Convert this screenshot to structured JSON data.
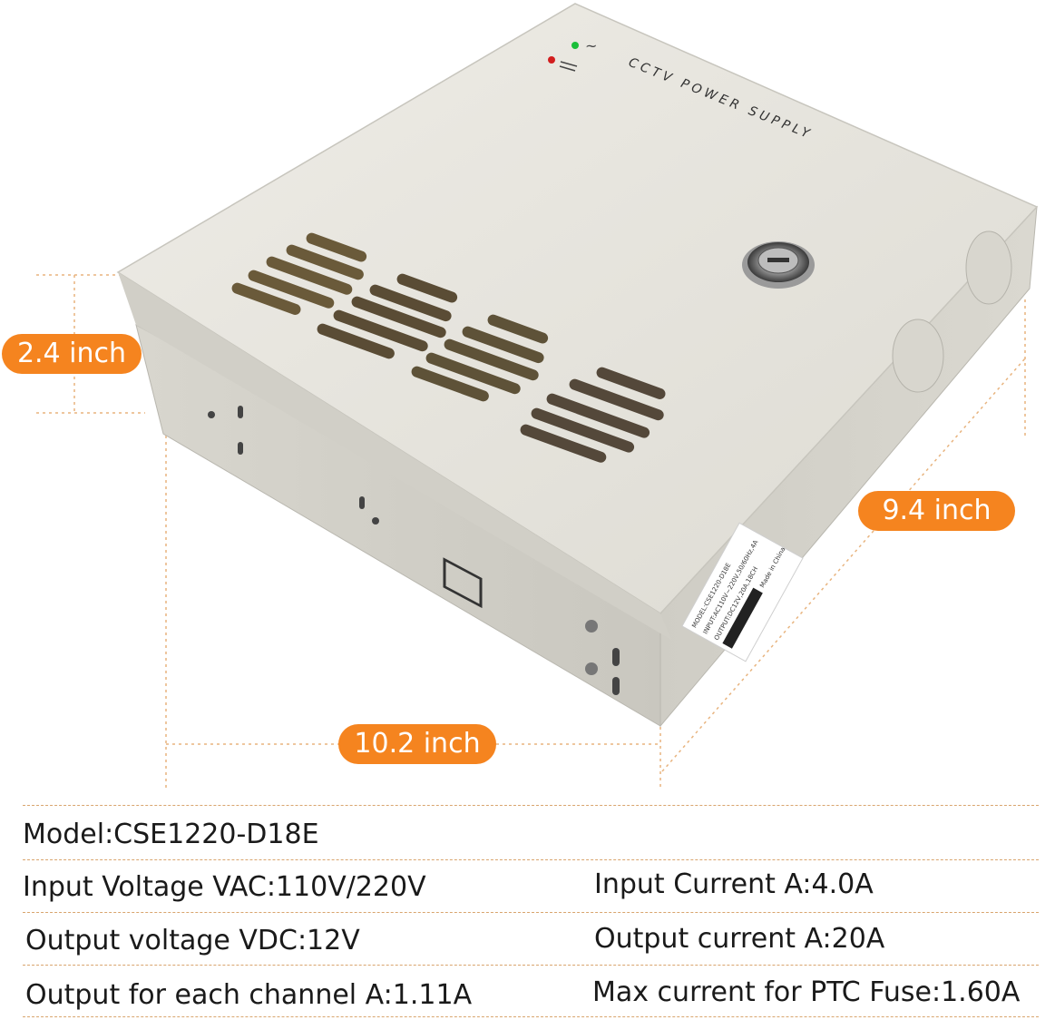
{
  "product": {
    "panel_text": "CCTV POWER SUPPLY",
    "label_lines": [
      "MODEL:CSE1220-D18E",
      "INPUT:AC110V~220V,50/60Hz,4A",
      "OUTPUT:DC12V,20A,18CH",
      "Made in China"
    ]
  },
  "dimensions": {
    "height": "2.4 inch",
    "depth": "9.4 inch",
    "width": "10.2 inch"
  },
  "specs": {
    "model": "Model:CSE1220-D18E",
    "input_voltage": "Input Voltage VAC:110V/220V",
    "input_current": "Input Current A:4.0A",
    "output_voltage": "Output voltage VDC:12V",
    "output_current": "Output current A:20A",
    "output_per_channel": "Output for each channel A:1.11A",
    "ptc_fuse": "Max current for PTC Fuse:1.60A"
  },
  "colors": {
    "accent": "#f5841f",
    "box_top": "#e6e4dd",
    "box_side": "#d3d1c9"
  }
}
